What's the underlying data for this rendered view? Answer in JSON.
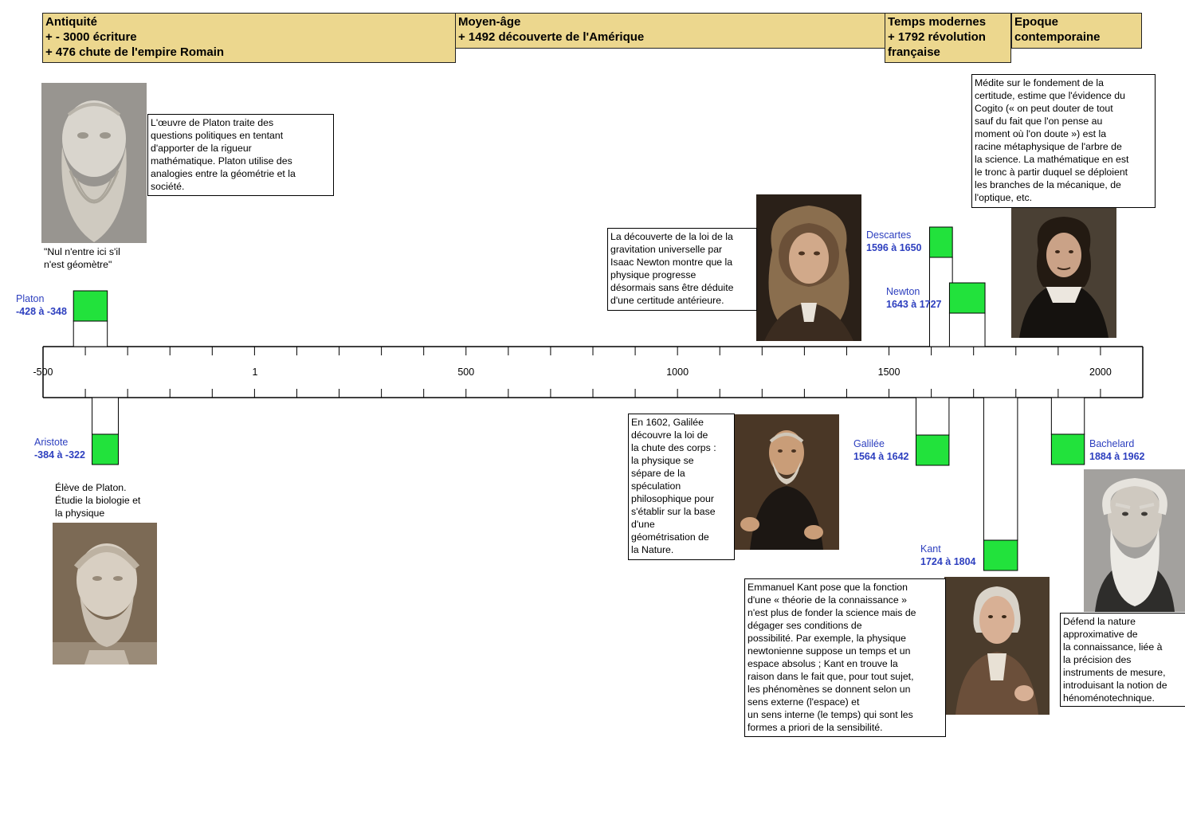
{
  "eras": [
    {
      "name": "Antiquité",
      "events": [
        "+ - 3000 écriture",
        "+ 476 chute de l'empire Romain"
      ]
    },
    {
      "name": "Moyen-âge",
      "events": [
        "+ 1492 découverte de l'Amérique"
      ]
    },
    {
      "name": "Temps modernes",
      "events": [
        "+ 1792 révolution",
        "française"
      ]
    },
    {
      "name": "Epoque",
      "events": [
        "contemporaine"
      ]
    }
  ],
  "axis": {
    "min": -500,
    "max": 2100,
    "minor_step": 100,
    "ticks": [
      "-500",
      "1",
      "500",
      "1000",
      "1500",
      "2000"
    ],
    "tick_values": [
      -500,
      1,
      500,
      1000,
      1500,
      2000
    ]
  },
  "philosophers": [
    {
      "name": "Platon",
      "dates": "-428 à -348",
      "start": -428,
      "end": -348
    },
    {
      "name": "Aristote",
      "dates": "-384 à -322",
      "start": -384,
      "end": -322
    },
    {
      "name": "Descartes",
      "dates": "1596 à 1650",
      "start": 1596,
      "end": 1650
    },
    {
      "name": "Newton",
      "dates": "1643 à 1727",
      "start": 1643,
      "end": 1727
    },
    {
      "name": "Galilée",
      "dates": "1564 à 1642",
      "start": 1564,
      "end": 1642
    },
    {
      "name": "Kant",
      "dates": "1724 à 1804",
      "start": 1724,
      "end": 1804
    },
    {
      "name": "Bachelard",
      "dates": "1884 à 1962",
      "start": 1884,
      "end": 1962
    }
  ],
  "notes": {
    "platon": "L'œuvre de Platon traite des\nquestions politiques en tentant\nd'apporter de la rigueur\nmathématique. Platon utilise des\nanalogies entre la géométrie et la\nsociété.",
    "platon_quote": "\"Nul n'entre ici s'il\nn'est géomètre\"",
    "aristote": "Élève de Platon.\nÉtudie la biologie et\nla physique",
    "descartes": "Médite sur le fondement de la\ncertitude, estime que l'évidence du\nCogito (« on peut douter de tout\nsauf du fait que l'on pense au\nmoment où l'on doute ») est la\nracine métaphysique de l'arbre de\nla science. La mathématique en est\nle tronc à partir duquel se déploient\nles branches de la mécanique, de\nl'optique, etc.",
    "newton": "La découverte de la loi de la\ngravitation universelle par\nIsaac Newton montre que la\nphysique progresse\ndésormais sans être déduite\nd'une certitude antérieure.",
    "galilee": "En 1602, Galilée\ndécouvre la loi de\nla chute des corps :\nla physique se\nsépare de la\nspéculation\nphilosophique pour\ns'établir sur la base\nd'une\ngéométrisation de\nla Nature.",
    "kant": "Emmanuel Kant pose que la fonction\nd'une « théorie de la connaissance »\nn'est plus de fonder la science mais de\ndégager ses conditions de\n possibilité. Par exemple, la physique\nnewtonienne suppose un temps et un\nespace absolus ; Kant en trouve la\nraison dans le fait que, pour tout sujet,\nles phénomènes se donnent selon un\nsens externe (l'espace) et\nun sens interne (le temps) qui sont les\nformes a priori de la sensibilité.",
    "bachelard": "Défend la nature\napproximative de\nla connaissance, liée à\nla précision  des\ninstruments de mesure,\nintroduisant la notion de\nhénoménotechnique."
  },
  "colors": {
    "era_bg": "#ecd78e",
    "bar_green": "#22e23c",
    "label_blue": "#2d3fbf"
  }
}
